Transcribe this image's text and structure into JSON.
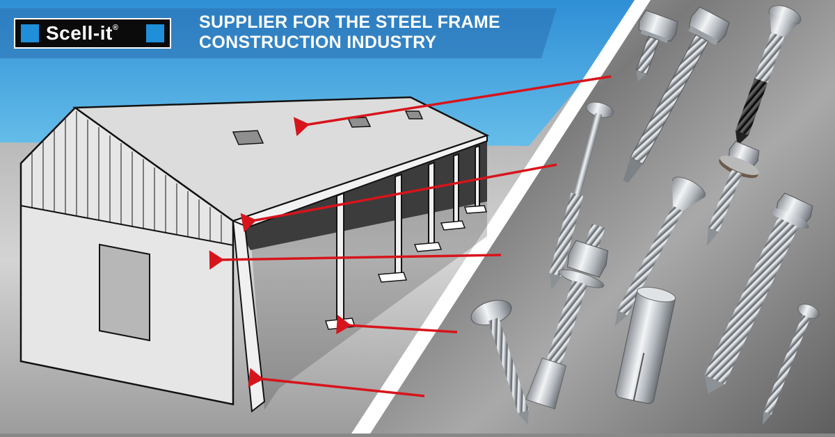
{
  "brand": {
    "name": "Scell-it",
    "registered_mark": "®",
    "accent_color": "#1e8fd8"
  },
  "headline": {
    "line1": "SUPPLIER FOR THE STEEL FRAME",
    "line2": "CONSTRUCTION INDUSTRY"
  },
  "colors": {
    "sky_top": "#2f8fd6",
    "sky_bottom": "#65bde9",
    "banner": "#2a6fb0",
    "arrow": "#d7141b"
  },
  "illustration": {
    "subject": "steel-frame-building",
    "pointer_count": 5
  },
  "fasteners": [
    "hex-self-drilling-screw",
    "long-hex-self-drilling-screw",
    "black-countersunk-screw",
    "pan-head-timber-screw",
    "hex-washer-screw-with-seal",
    "countersunk-screw",
    "hex-nut-anchor-bolt",
    "concrete-screw-anchor",
    "wafer-head-screw",
    "drop-in-anchor",
    "torx-screw"
  ]
}
